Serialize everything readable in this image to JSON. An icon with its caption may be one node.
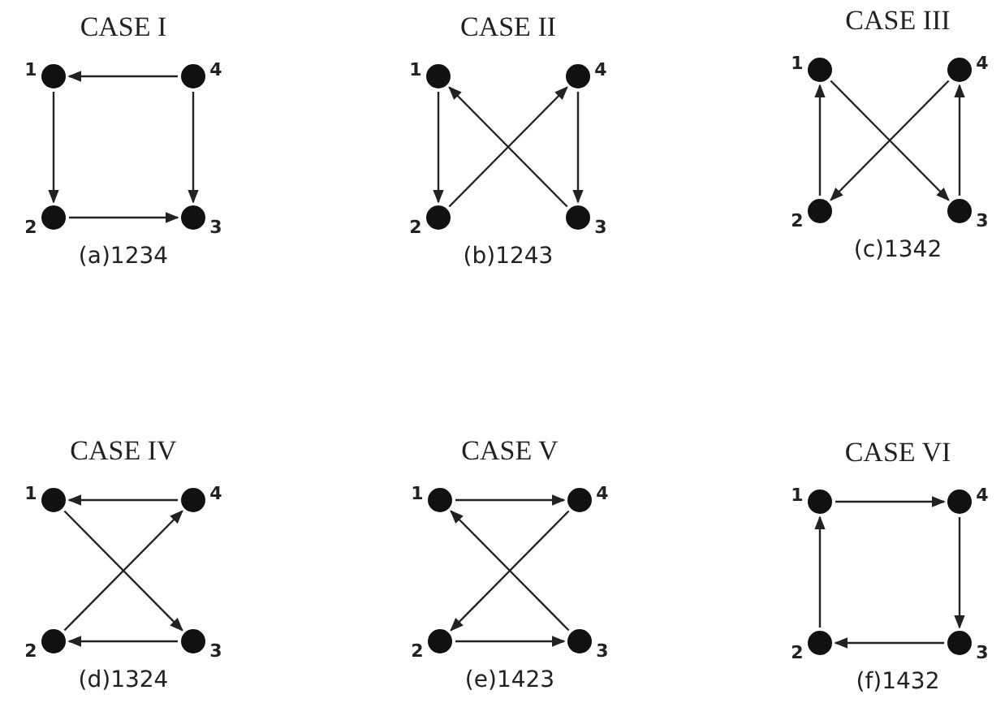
{
  "diagram": {
    "nodes": [
      {
        "text": [],
        "shape": "circle",
        "beside": [
          "1"
        ]
      },
      {
        "text": [],
        "shape": "circle",
        "beside": [
          "4"
        ]
      },
      {
        "text": [],
        "shape": "circle",
        "beside": [
          "2"
        ]
      },
      {
        "text": [],
        "shape": "circle",
        "beside": [
          "3"
        ]
      },
      {
        "text": [],
        "shape": "circle",
        "beside": [
          "1"
        ]
      },
      {
        "text": [],
        "shape": "circle",
        "beside": [
          "4"
        ]
      },
      {
        "text": [],
        "shape": "circle",
        "beside": [
          "2"
        ]
      },
      {
        "text": [],
        "shape": "circle",
        "beside": [
          "3"
        ]
      },
      {
        "text": [],
        "shape": "circle",
        "beside": [
          "1"
        ]
      },
      {
        "text": [],
        "shape": "circle",
        "beside": [
          "4"
        ]
      },
      {
        "text": [],
        "shape": "circle",
        "beside": [
          "2"
        ]
      },
      {
        "text": [],
        "shape": "circle",
        "beside": [
          "3"
        ]
      },
      {
        "text": [],
        "shape": "circle",
        "beside": [
          "1"
        ]
      },
      {
        "text": [],
        "shape": "circle",
        "beside": [
          "4"
        ]
      },
      {
        "text": [],
        "shape": "circle",
        "beside": [
          "2"
        ]
      },
      {
        "text": [],
        "shape": "circle",
        "beside": [
          "3"
        ]
      },
      {
        "text": [],
        "shape": "circle",
        "beside": [
          "1"
        ]
      },
      {
        "text": [],
        "shape": "circle",
        "beside": [
          "4"
        ]
      },
      {
        "text": [],
        "shape": "circle",
        "beside": [
          "2"
        ]
      },
      {
        "text": [],
        "shape": "circle",
        "beside": [
          "3"
        ]
      },
      {
        "text": [],
        "shape": "circle",
        "beside": [
          "1"
        ]
      },
      {
        "text": [],
        "shape": "circle",
        "beside": [
          "4"
        ]
      },
      {
        "text": [],
        "shape": "circle",
        "beside": [
          "2"
        ]
      },
      {
        "text": [],
        "shape": "circle",
        "beside": [
          "3"
        ]
      }
    ],
    "edges": [
      {
        "from": 1,
        "to": 0,
        "arrow": "to"
      },
      {
        "from": 0,
        "to": 2,
        "arrow": "to"
      },
      {
        "from": 2,
        "to": 3,
        "arrow": "to"
      },
      {
        "from": 1,
        "to": 3,
        "arrow": "to"
      },
      {
        "from": 4,
        "to": 6,
        "arrow": "to"
      },
      {
        "from": 6,
        "to": 5,
        "arrow": "to"
      },
      {
        "from": 7,
        "to": 4,
        "arrow": "to"
      },
      {
        "from": 5,
        "to": 7,
        "arrow": "to"
      },
      {
        "from": 10,
        "to": 8,
        "arrow": "to"
      },
      {
        "from": 8,
        "to": 11,
        "arrow": "to"
      },
      {
        "from": 9,
        "to": 10,
        "arrow": "to"
      },
      {
        "from": 11,
        "to": 9,
        "arrow": "to"
      },
      {
        "from": 13,
        "to": 12,
        "arrow": "to"
      },
      {
        "from": 12,
        "to": 15,
        "arrow": "to"
      },
      {
        "from": 14,
        "to": 13,
        "arrow": "to"
      },
      {
        "from": 15,
        "to": 14,
        "arrow": "to"
      },
      {
        "from": 16,
        "to": 17,
        "arrow": "to"
      },
      {
        "from": 17,
        "to": 18,
        "arrow": "to"
      },
      {
        "from": 18,
        "to": 19,
        "arrow": "to"
      },
      {
        "from": 19,
        "to": 16,
        "arrow": "to"
      },
      {
        "from": 20,
        "to": 21,
        "arrow": "to"
      },
      {
        "from": 21,
        "to": 23,
        "arrow": "to"
      },
      {
        "from": 23,
        "to": 22,
        "arrow": "to"
      },
      {
        "from": 22,
        "to": 20,
        "arrow": "to"
      }
    ],
    "labels": [
      "CASE I",
      "CASE II",
      "CASE III",
      "(a)1234",
      "(b)1243",
      "(c)1342",
      "CASE IV",
      "CASE V",
      "CASE VI",
      "(d)1324",
      "(e)1423",
      "(f)1432"
    ]
  }
}
